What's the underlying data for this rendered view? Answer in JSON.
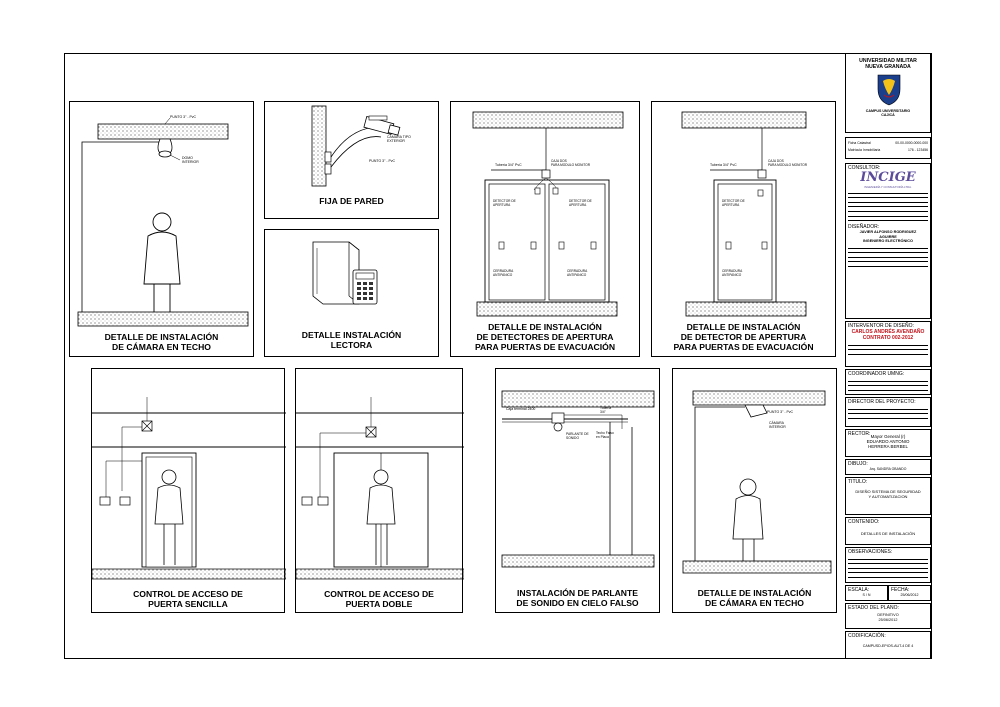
{
  "panels": {
    "camara_techo_1": {
      "title": "DETALLE DE INSTALACIÓN\nDE  CÁMARA EN TECHO",
      "label1": "PUNTO 3\" - PvC",
      "label2": "DOMO\nINTERIOR"
    },
    "fija_pared": {
      "title": "FIJA DE PARED",
      "label1": "CÁMARA TIPO\nEXTERIOR",
      "label2": "PUNTO 3\" - PvC"
    },
    "lectora": {
      "title": "DETALLE INSTALACIÓN\nLECTORA"
    },
    "detectores": {
      "title": "DETALLE DE INSTALACIÓN\nDE DETECTORES DE APERTURA\nPARA PUERTAS DE EVACUACIÓN",
      "tuberia": "Tubería  3/4\"  PvC",
      "caja": "CAJA DOS\nPARA MODULO MONITOR",
      "det_left": "DETECTOR DE\nAPERTURA",
      "det_right": "DETECTOR DE\nAPERTURA",
      "cer_left": "CERRADURA\nANTIPANICO",
      "cer_right": "CERRADURA\nANTIPANICO"
    },
    "detector": {
      "title": "DETALLE DE INSTALACIÓN\nDE DETECTOR DE APERTURA\nPARA PUERTAS DE EVACUACIÓN",
      "tuberia": "Tubería  3/4\"  PvC",
      "caja": "CAJA DOS\nPARA MODULO MONITOR",
      "det": "DETECTOR DE\nAPERTURA",
      "cer": "CERRADURA\nANTIPANICO"
    },
    "puerta_sencilla": {
      "title": "CONTROL DE ACCESO DE\nPUERTA SENCILLA"
    },
    "puerta_doble": {
      "title": "CONTROL DE ACCESO DE\nPUERTA DOBLE"
    },
    "parlante": {
      "title": "INSTALACIÓN DE  PARLANTE\nDE SONIDO EN CIELO FALSO",
      "caja": "Caja  terminal  2400",
      "tuberia": "Tubería\n3/4\"",
      "parlante": "PARLANTE DE\nSONIDO",
      "techo": "Techo Falso\nen Placa"
    },
    "camara_techo_2": {
      "title": "DETALLE DE INSTALACIÓN\nDE  CÁMARA EN TECHO",
      "label1": "PUNTO 3\" - PvC",
      "label2": "CÁMARA\nINTERIOR"
    }
  },
  "titleblock": {
    "university": "UNIVERSIDAD MILITAR\nNUEVA GRANADA",
    "campus": "CAMPUS UNIVERSITARIO\nCAJICÁ",
    "ficha": "Ficha Catastral",
    "ficha_val": "00-00-0000-0000-000",
    "matricula": "Matrícula Inmobiliaria",
    "matricula_val": "176 - 123456",
    "consultor": "CONSULTOR:",
    "logo": "INCIGE",
    "logo_sub": "INGENIERÍA Y CONSULTORÍA LTDA.",
    "disenador": "DISEÑADOR:",
    "disenador_name": "JAVIER ALFONSO RODRIGUEZ\nAGUIRRE\nINGENIERO ELECTRÓNICO",
    "interventor": "INTERVENTOR DE DISEÑO:",
    "interventor_name": "CARLOS ANDRÉS AVENDAÑO",
    "contrato": "CONTRATO 002-2012",
    "coordinador": "COORDINADOR UMNG:",
    "director": "DIRECTOR DEL PROYECTO:",
    "rector": "RECTOR:",
    "rector_name": "Mayor General  (r)\nEDUARDO ANTONIO\nHERRERA BERBEL",
    "dibujo": "DIBUJO:",
    "dibujo_name": "Arq. SANDRA OBANDO",
    "titulo": "TITULO:",
    "titulo_text": "DISEÑO SISTEMA DE SEGURIDAD\nY AUTOMATIZACION",
    "contenido": "CONTENIDO:",
    "contenido_text": "DETALLES DE INSTALACIÓN",
    "observaciones": "OBSERVACIONES:",
    "escala": "ESCALA:",
    "escala_val": "S / N",
    "fecha": "FECHA:",
    "fecha_val": "25/06/2012",
    "estado": "ESTADO DEL PLANO:",
    "estado_val": "DEFINITIVO\n25/06/2012",
    "codificacion": "CODIFICACIÓN:",
    "codigo": "CAMPUSD-EPIOS-AUT-4 DE 4"
  },
  "colors": {
    "line": "#000000",
    "accent_red": "#c0121a",
    "logo_purple": "#5b4b9a",
    "hatch": "#555555"
  }
}
